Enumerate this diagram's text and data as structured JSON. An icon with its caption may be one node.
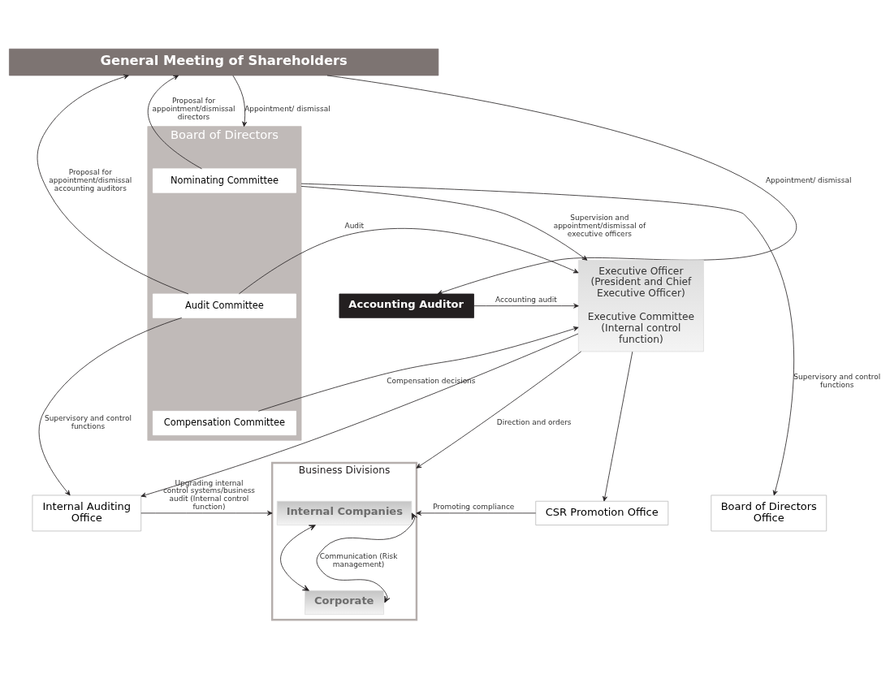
{
  "diagram": {
    "nodes": [
      {
        "text": [
          "General Meeting of Shareholders"
        ]
      },
      {
        "text": [
          "Accounting Auditor"
        ]
      },
      {
        "text": [
          "Executive Officer (President and Chief Executive Officer)",
          "Executive Committee (Internal control function)"
        ]
      },
      {
        "text": [
          "Board of Directors"
        ]
      },
      {
        "text": [
          "Nominating Committee"
        ],
        "in": 3
      },
      {
        "text": [
          "Audit Committee"
        ],
        "in": 3
      },
      {
        "text": [
          "Compensation Committee"
        ],
        "in": 3
      },
      {
        "text": [
          "Business Divisions"
        ]
      },
      {
        "text": [
          "Internal Companies"
        ],
        "in": 7
      },
      {
        "text": [
          "Corporate"
        ],
        "in": 7
      },
      {
        "text": [
          "CSR Promotion Office"
        ]
      },
      {
        "text": [
          "Internal Auditing Office"
        ]
      },
      {
        "text": [
          "Board of Directors Office"
        ]
      }
    ],
    "edges": [
      {
        "from": 0,
        "to": 1,
        "arrow": "to",
        "label": "Appointment/ dismissal"
      },
      {
        "from": 4,
        "to": 0,
        "arrow": "to",
        "label": "Proposal for appointment/dismissal directors"
      },
      {
        "from": 0,
        "to": 3,
        "arrow": "to",
        "label": "Appointment/ dismissal"
      },
      {
        "from": 5,
        "to": 0,
        "arrow": "to",
        "label": "Proposal for appointment/dismissal accounting auditors"
      },
      {
        "from": 1,
        "to": 2,
        "arrow": "to",
        "label": "Accounting audit"
      },
      {
        "from": 3,
        "to": 2,
        "arrow": "to",
        "label": "Supervision and appointment/dismissal of executive officers"
      },
      {
        "from": 5,
        "to": 2,
        "arrow": "to",
        "label": "Audit"
      },
      {
        "from": 6,
        "to": 2,
        "arrow": "to",
        "label": "Compensation decisions"
      },
      {
        "from": 5,
        "to": 11,
        "arrow": "to",
        "label": "Supervisory and control functions"
      },
      {
        "from": 3,
        "to": 12,
        "arrow": "to",
        "label": "Supervisory and control functions"
      },
      {
        "from": 2,
        "to": 7,
        "arrow": "to",
        "label": "Direction and orders"
      },
      {
        "from": 2,
        "to": 10,
        "arrow": "to"
      },
      {
        "from": 2,
        "to": 11,
        "arrow": "to"
      },
      {
        "from": 10,
        "to": 7,
        "arrow": "to",
        "label": "Promoting compliance"
      },
      {
        "from": 11,
        "to": 7,
        "arrow": "to",
        "label": "Upgrading internal control systems/business audit (Internal control function)"
      },
      {
        "from": 8,
        "to": 9,
        "arrow": "both"
      },
      {
        "from": 8,
        "to": 9,
        "arrow": "both",
        "label": "Communication (Risk management)"
      }
    ]
  }
}
